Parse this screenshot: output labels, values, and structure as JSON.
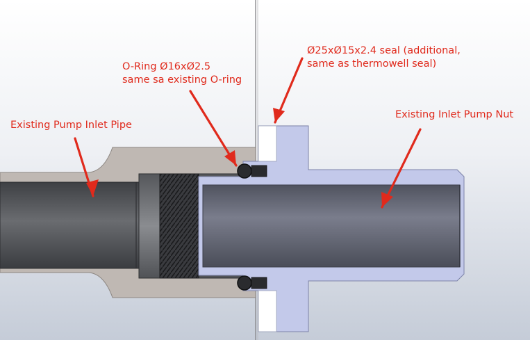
{
  "colors": {
    "annotation": "#e02a1c",
    "background_top": "#ffffff",
    "background_bottom": "#c5ccd8",
    "pipe_body": "#bfb8b3",
    "pipe_bore": "#4c4e52",
    "fitting": "#6c6e73",
    "nut_body": "#c3c9ea",
    "nut_bore": "#5a5d6d",
    "seal": "#ffffff",
    "oring": "#2a2b2e"
  },
  "labels": {
    "existing_pipe": "Existing Pump Inlet Pipe",
    "oring_line1": "O-Ring Ø16xØ2.5",
    "oring_line2": "same sa existing O-ring",
    "seal_line1": "Ø25xØ15x2.4 seal (additional,",
    "seal_line2": "same as thermowell seal)",
    "existing_nut": "Existing Inlet Pump Nut"
  },
  "icons": {
    "annotation_arrow": "arrow-icon"
  }
}
